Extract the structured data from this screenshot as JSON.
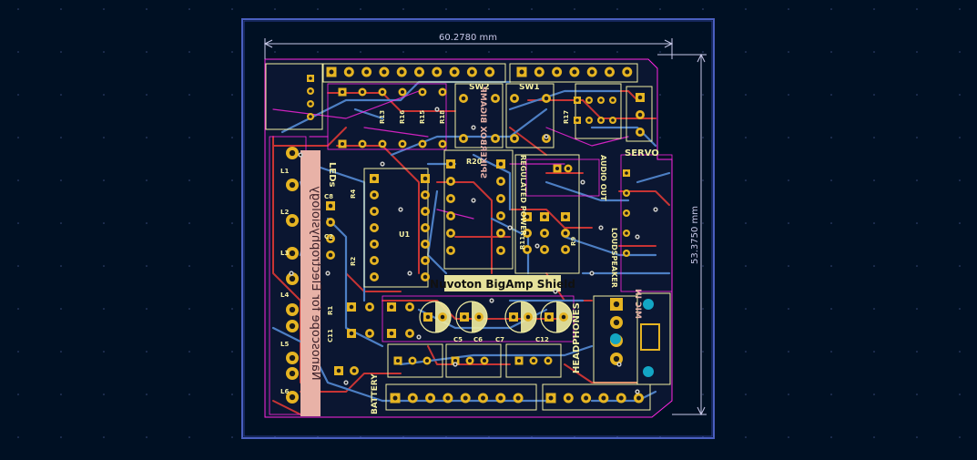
{
  "colors": {
    "background": "#001023",
    "board_edge": "#4a5fbf",
    "dimension": "#c8c8e8",
    "fcu": "#c83434",
    "bcu": "#4d7fc4",
    "fsilk": "#f2eda1",
    "bsilk": "#e8b2a7",
    "pad": "#e6b422",
    "drill": "#1a1a1a",
    "courtyard": "#ff26e2",
    "via": "#c9c9c9",
    "mounting": "#13a6c4"
  },
  "dimensions": {
    "width_label": "60.2780 mm",
    "height_label": "53.3750 mm"
  },
  "title": "Nuvoton BigAmp Shield",
  "side_label": "Nanoscope for Electrophysiology",
  "labels": {
    "sw1": "SW1",
    "sw2": "SW2",
    "servo": "SERVO",
    "leds": "LEDs",
    "regulated": "REGULATED POWER",
    "headphones": "HEADPHONES",
    "batteries": "BATTERY",
    "r20": "R20",
    "u1": "U1",
    "c8": "C8",
    "r4": "R4",
    "c2": "C2",
    "r2": "R2",
    "r1": "R1",
    "c11": "C11",
    "r11": "R11",
    "r9": "R9",
    "r17": "R17",
    "r18": "R18",
    "r16": "R16",
    "r15": "R15",
    "r13": "R13",
    "l1": "L1",
    "l2": "L2",
    "l3": "L3",
    "l4": "L4",
    "l5": "L5",
    "l6": "L6",
    "c5": "C5",
    "c6": "C6",
    "c7": "C7",
    "c12": "C12",
    "loudspeaker": "LOUDSPEAKER",
    "spikerbox": "SPIKERBOX BIGAMP",
    "audio_out": "AUDIO OUT",
    "mic_in": "MIC IN"
  }
}
